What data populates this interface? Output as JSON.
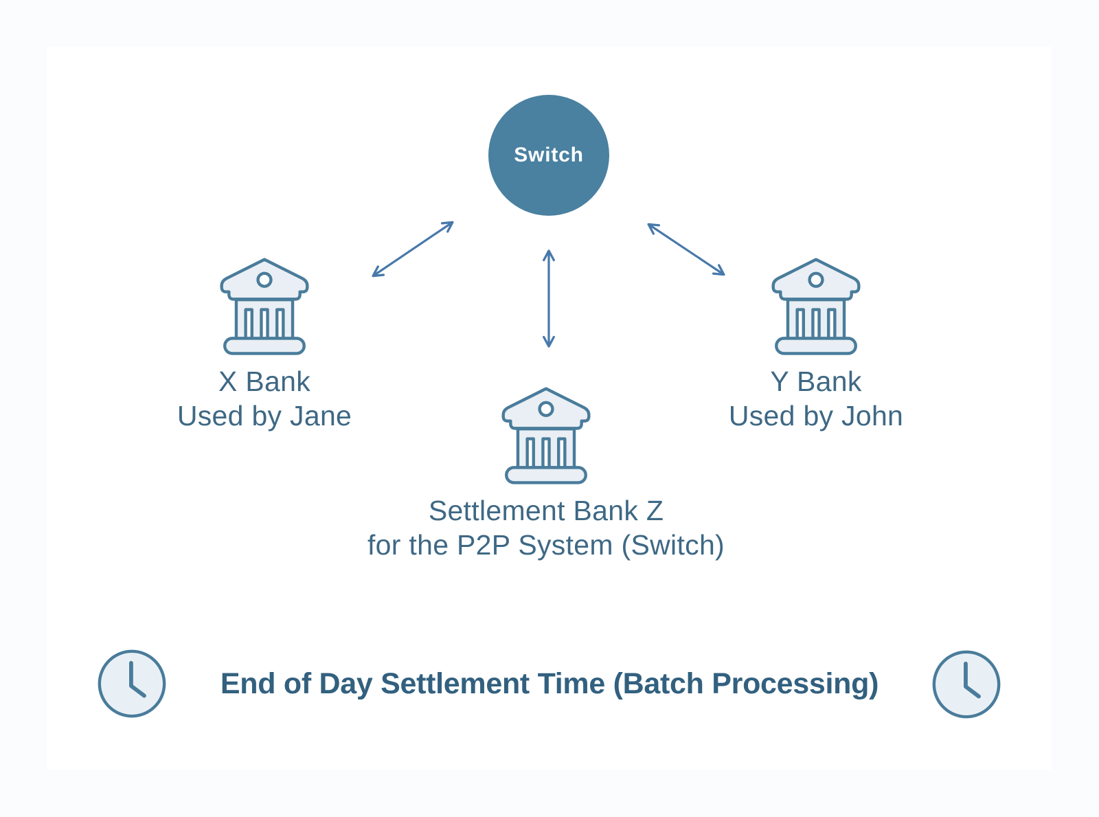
{
  "diagram": {
    "switch": {
      "label": "Switch"
    },
    "banks": {
      "left": {
        "name": "X Bank",
        "subtitle": "Used by Jane"
      },
      "center": {
        "name": "Settlement Bank Z",
        "subtitle": "for the P2P System (Switch)"
      },
      "right": {
        "name": "Y Bank",
        "subtitle": "Used by John"
      }
    },
    "footer": {
      "label": "End of Day Settlement Time (Batch Processing)"
    },
    "icons": {
      "bank": "bank-building-icon",
      "clock": "clock-icon",
      "connector": "double-headed-arrow"
    },
    "colors": {
      "switch_fill": "#4A80A0",
      "icon_stroke": "#4A7C9B",
      "icon_fill": "#E9EFF4",
      "arrow": "#4879AB",
      "label_text": "#3E6884",
      "footer_text": "#32607F",
      "canvas": "#FFFFFF",
      "page_background": "#FAFCFE"
    }
  }
}
